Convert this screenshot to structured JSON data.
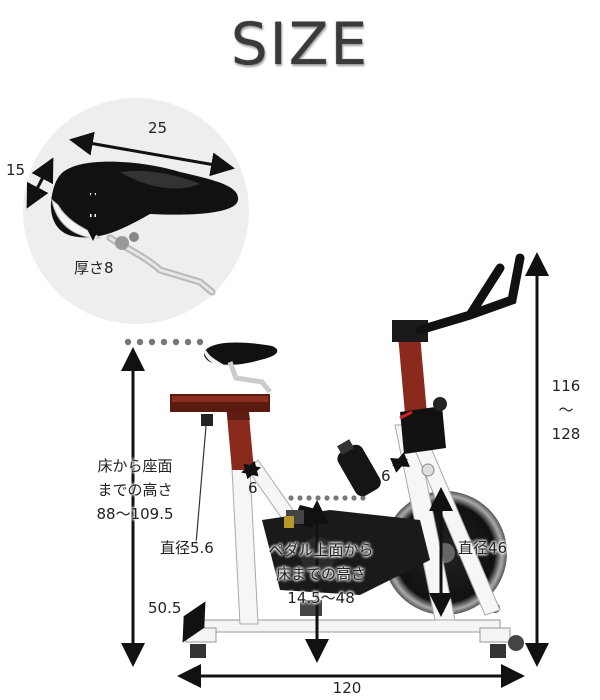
{
  "title": "SIZE",
  "dimensions": {
    "saddle_length": "25",
    "saddle_width": "15",
    "saddle_thickness": "厚さ8",
    "total_height_top": "116",
    "total_height_mid": "～",
    "total_height_bottom": "128",
    "seat_height_line1": "床から座面",
    "seat_height_line2": "までの高さ",
    "seat_height_line3": "88～109.5",
    "seat_post_gap": "6",
    "handle_post_gap": "6",
    "seat_knob_diameter": "直径5.6",
    "pedal_height_line1": "ペダル上面から",
    "pedal_height_line2": "床までの高さ",
    "pedal_height_line3": "14.5～48",
    "flywheel_diameter": "直径46",
    "foot_width": "50.5",
    "total_length": "120"
  }
}
